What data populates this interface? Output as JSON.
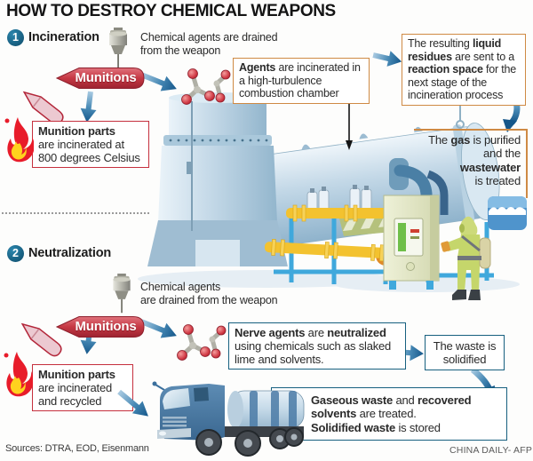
{
  "title": "HOW TO DESTROY CHEMICAL WEAPONS",
  "colors": {
    "accent_red": "#c5303e",
    "accent_orange": "#cf8a44",
    "accent_blue": "#17607f",
    "arrow_blue_dark": "#15578a",
    "arrow_blue_light": "#aacbe2",
    "pipe_yellow": "#f3c22f",
    "suit_green": "#c5d66b",
    "truck_blue": "#4a7aa6",
    "water_blue": "#4f94cc"
  },
  "step1": {
    "number": "1",
    "label": "Incineration",
    "drain_line1": "Chemical agents are drained",
    "drain_line2": "from the weapon",
    "munitions": "Munitions",
    "agents": {
      "b1": "Agents",
      "t1": " are incinerated in a high-turbulence combustion chamber"
    },
    "liquid": {
      "t1": "The resulting ",
      "b1": "liquid residues",
      "t2": " are sent to a ",
      "b2": "reaction space",
      "t3": " for the next stage of the incineration process"
    },
    "gas": {
      "t1": "The ",
      "b1": "gas",
      "t2": " is purified",
      "t3": "and the",
      "b2": "wastewater",
      "t4": "is treated"
    },
    "parts": {
      "b1": "Munition parts",
      "t1": "are incinerated at 800 degrees Celsius"
    }
  },
  "step2": {
    "number": "2",
    "label": "Neutralization",
    "drain_line1": "Chemical agents",
    "drain_line2": "are drained from the weapon",
    "munitions": "Munitions",
    "nerve": {
      "b1": "Nerve agents",
      "t1": " are ",
      "b2": "neutralized",
      "t2": " using chemicals such as slaked lime and solvents."
    },
    "waste": "The waste is solidified",
    "gaseous": {
      "b1": "Gaseous waste",
      "t1": " and ",
      "b2": "recovered solvents",
      "t2": " are treated.",
      "b3": "Solidified waste",
      "t3": " is stored"
    },
    "parts": {
      "b1": "Munition parts",
      "t1": "are incinerated and recycled"
    }
  },
  "footer": {
    "sources": "Sources: DTRA, EOD, Eisenmann",
    "credit": "CHINA DAILY- AFP"
  }
}
